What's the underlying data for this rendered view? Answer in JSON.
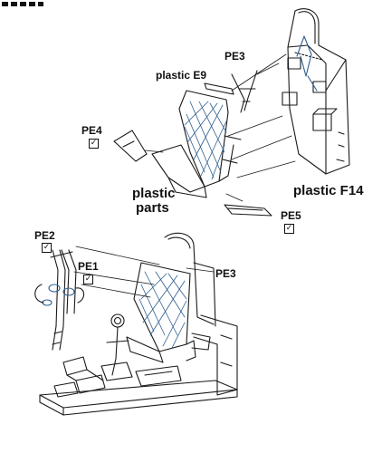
{
  "labels": {
    "pe3_top": "PE3",
    "plastic_e9": "plastic E9",
    "pe4": "PE4",
    "plastic_parts_line1": "plastic",
    "plastic_parts_line2": "parts",
    "plastic_f14": "plastic F14",
    "pe5": "PE5",
    "pe2": "PE2",
    "pe1": "PE1",
    "pe3_bottom": "PE3"
  },
  "check_glyph": "✓",
  "colors": {
    "line": "#1a1a1a",
    "mesh": "#2f5f8f"
  }
}
